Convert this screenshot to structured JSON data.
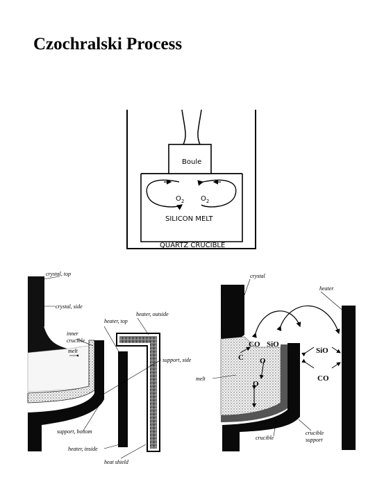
{
  "title": "Czochralski Process",
  "top_diagram": {
    "boule_label": "Boule",
    "o2_left": "O",
    "o2_right": "O",
    "o2_subscript": "2",
    "melt_label": "SILICON MELT",
    "crucible_label": "QUARTZ CRUCIBLE"
  },
  "left_diagram": {
    "labels": {
      "crystal_top": "crystal, top",
      "crystal_side": "crystal, side",
      "inner_crucible_1": "inner",
      "inner_crucible_2": "crucible",
      "melt": "melt",
      "heater_top": "heater, top",
      "heater_outside": "heater, outside",
      "support_side": "support, side",
      "support_bottom": "support, bottom",
      "heater_inside": "heater, inside",
      "heat_shield": "heat shield"
    }
  },
  "right_diagram": {
    "labels": {
      "crystal": "crystal",
      "heater": "heater",
      "melt": "melt",
      "crucible": "crucible",
      "crucible_support_1": "crucible",
      "crucible_support_2": "support"
    },
    "species": {
      "co_top": "CO",
      "sio_top": "SiO",
      "sio_right": "SiO",
      "co_right": "CO",
      "c": "C",
      "o_upper": "O",
      "o_lower": "O"
    }
  }
}
